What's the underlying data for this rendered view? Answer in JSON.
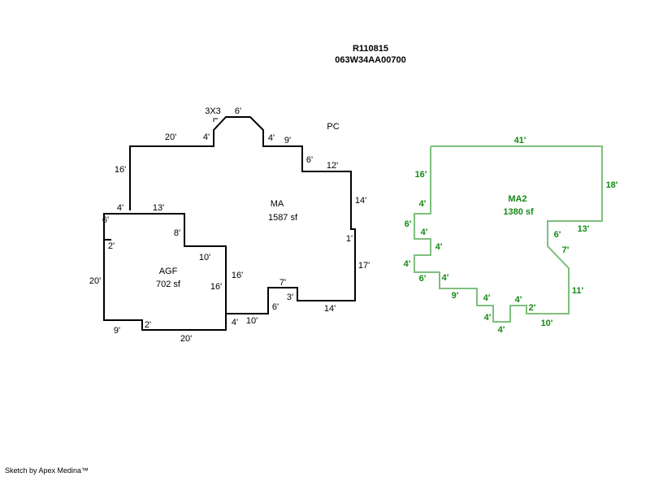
{
  "header": {
    "account_id": "R110815",
    "map_tax_lot": "063W34AA00700"
  },
  "colors": {
    "main_line": "#000000",
    "ma2_line": "#7fbf7f",
    "ma2_text": "#138a13",
    "marker": "#808080"
  },
  "areas": {
    "ma": {
      "name": "MA",
      "area": "1587 sf"
    },
    "agf": {
      "name": "AGF",
      "area": "702 sf"
    },
    "ma2": {
      "name": "MA2",
      "area": "1380 sf"
    },
    "pc": {
      "name": "PC"
    },
    "bay": {
      "name": "3X3"
    }
  },
  "ma_dims": [
    "20'",
    "4'",
    "6'",
    "4'",
    "9'",
    "6'",
    "12'",
    "14'",
    "1'",
    "17'",
    "14'",
    "3'",
    "7'",
    "6'",
    "10'",
    "4'",
    "16'",
    "13'",
    "4'",
    "16'"
  ],
  "agf_dims": [
    "6'",
    "2'",
    "20'",
    "9'",
    "2'",
    "20'",
    "16'",
    "10'",
    "8'"
  ],
  "ma2_dims": [
    "41'",
    "18'",
    "13'",
    "6'",
    "7'",
    "11'",
    "10'",
    "2'",
    "4'",
    "4'",
    "4'",
    "4'",
    "9'",
    "4'",
    "6'",
    "4'",
    "4'",
    "4'",
    "6'",
    "4'",
    "16'"
  ],
  "footer": {
    "credit": "Sketch by Apex Medina™"
  }
}
